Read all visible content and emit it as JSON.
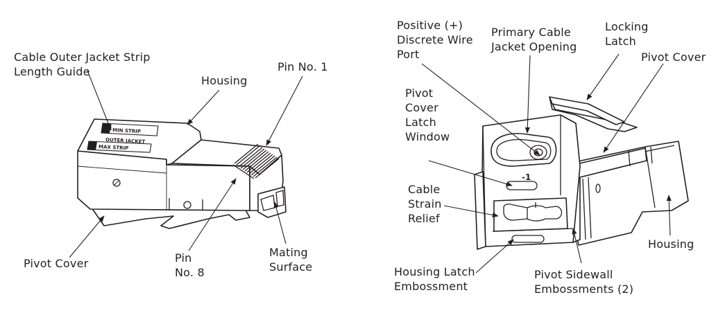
{
  "left_view": {
    "labels": {
      "strip_guide": "Cable Outer Jacket Strip\nLength Guide",
      "housing": "Housing",
      "pin1": "Pin No. 1",
      "pivot_cover": "Pivot Cover",
      "pin8": "Pin\nNo. 8",
      "mating_surface": "Mating\nSurface"
    },
    "stamps": {
      "min_strip": "MIN STRIP",
      "outer_jacket": "OUTER JACKET",
      "max_strip": "MAX STRIP"
    }
  },
  "right_view": {
    "labels": {
      "positive_port": "Positive (+)\nDiscrete Wire\nPort",
      "primary_opening": "Primary Cable\nJacket Opening",
      "locking_latch": "Locking\nLatch",
      "pivot_cover": "Pivot Cover",
      "latch_window": "Pivot\nCover\nLatch\nWindow",
      "strain_relief": "Cable\nStrain\nRelief",
      "housing": "Housing",
      "housing_latch": "Housing Latch\nEmbossment",
      "pivot_sidewall": "Pivot Sidewall\nEmbossments (2)"
    },
    "stamps": {
      "polarity": "-1"
    }
  }
}
